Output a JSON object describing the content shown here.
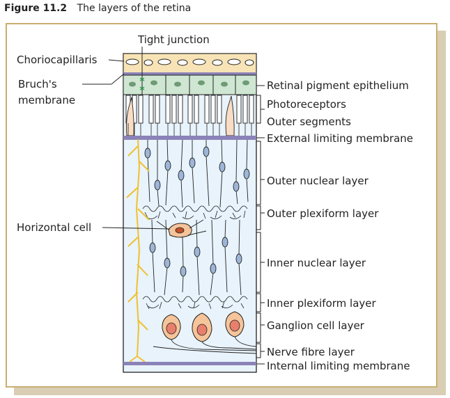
{
  "figure": {
    "number": "Figure 11.2",
    "title": "The layers of the retina"
  },
  "labels_left": {
    "choriocapillaris": "Choriocapillaris",
    "bruchs_line1": "Bruch's",
    "bruchs_line2": "membrane",
    "horizontal_cell": "Horizontal cell"
  },
  "label_top": {
    "tight_junction": "Tight junction"
  },
  "labels_right": {
    "rpe": "Retinal pigment epithelium",
    "photoreceptors": "Photoreceptors",
    "outer_segments": "Outer segments",
    "external_limiting_membrane": "External limiting membrane",
    "outer_nuclear_layer": "Outer nuclear layer",
    "outer_plexiform_layer": "Outer plexiform layer",
    "inner_nuclear_layer": "Inner nuclear layer",
    "inner_plexiform_layer": "Inner plexiform layer",
    "ganglion_cell_layer": "Ganglion cell layer",
    "nerve_fibre_layer": "Nerve fibre layer",
    "internal_limiting_membrane": "Internal limiting membrane"
  },
  "colors": {
    "frame_border": "#c9ae6e",
    "shadow": "#d9cdb4",
    "choroid": "#f7e3b5",
    "rpe_cells": "#cfe6d2",
    "pigment": "#6e9a74",
    "retina_bg": "#e8f3fb",
    "membrane": "#8a82b8",
    "nucleus": "#9db5d6",
    "ganglion_cell": "#f6c49a",
    "ganglion_nucleus": "#e87f6d",
    "glial_fibre": "#f0c030",
    "tight_junction": "#2f9a4a"
  }
}
